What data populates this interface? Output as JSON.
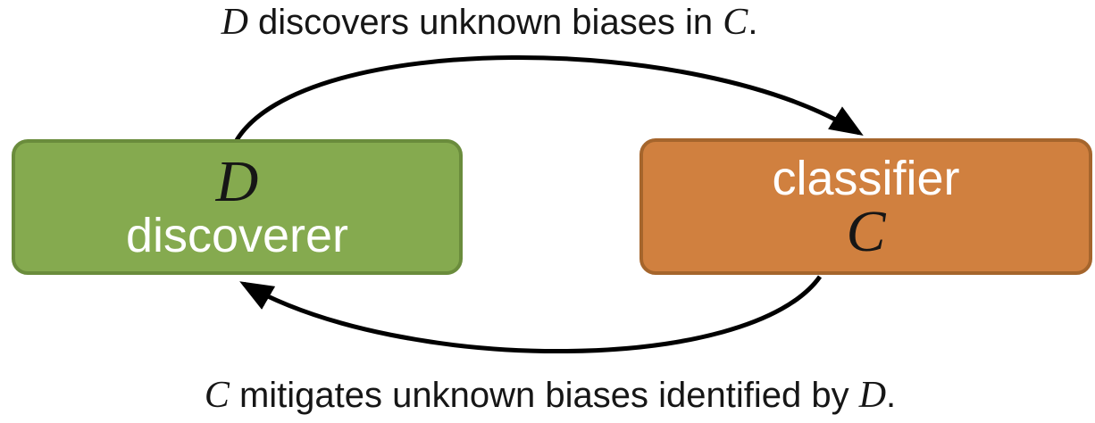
{
  "figure": {
    "top_caption": {
      "math_d": "D",
      "text_mid": " discovers unknown biases in ",
      "math_c": "C",
      "period": "."
    },
    "bottom_caption": {
      "math_c": "C",
      "text_mid": " mitigates unknown biases identified by ",
      "math_d": "D",
      "period": "."
    },
    "discoverer_box": {
      "letter": "D",
      "label": "discoverer"
    },
    "classifier_box": {
      "label": "classifier",
      "letter": "C"
    }
  },
  "colors": {
    "green-fill": "#85aa4f",
    "green-border": "#6a8c3c",
    "orange-fill": "#d0803f",
    "orange-border": "#a5652c",
    "arrow": "#000000",
    "caption-text": "#161616",
    "box-letter": "#161616",
    "box-word": "#ffffff"
  }
}
